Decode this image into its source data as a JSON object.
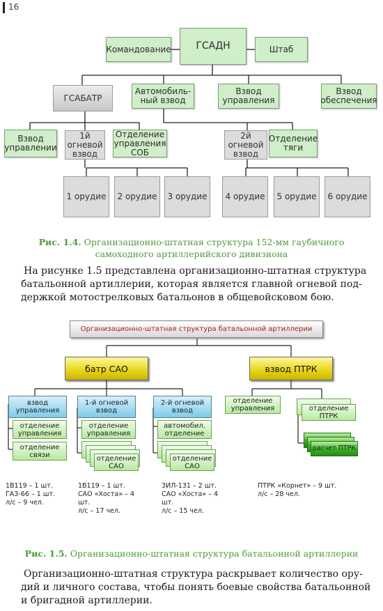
{
  "page": {
    "number": "16"
  },
  "fig14": {
    "gsadn": "ГСАДН",
    "command": "Командование",
    "staff": "Штаб",
    "gsabatr": "ГСАБАТР",
    "auto_platoon": "Автомобиль-ный взвод",
    "ctrl_platoon": "Взвод управления",
    "support_platoon": "Взвод обеспечения",
    "ctrl_platoon2": "Взвод управлении",
    "fire_platoon1": "1й огневой взвод",
    "sob_section": "Отделение управления СОБ",
    "fire_platoon2": "2й огневой взвод",
    "traction_section": "Отделение тяги",
    "guns": [
      "1 орудие",
      "2 орудие",
      "3 орудие",
      "4 орудие",
      "5 орудие",
      "6 орудие"
    ],
    "caption_label": "Рис. 1.4.",
    "caption_text": "Организационно-штатная структура 152-мм гаубичного самоходного артиллерийского дивизиона"
  },
  "paragraph1": [
    "На рисунке 1.5 представлена организационно-штатная структура",
    "батальонной артиллерии, которая является главной огневой под-",
    "держкой мотострелковых батальонов в общевойсковом бою."
  ],
  "fig15": {
    "title": "Организационно-штатная структура батальонной артиллерии",
    "batr": "батр САО",
    "ptrk_platoon": "взвод ПТРК",
    "ctrl_platoon": "взвод управления",
    "ctrl_section": "отделение управления",
    "comm_section": "отделение связи",
    "fire1": "1-й огневой взвод",
    "fire1_ctrl": "отделение управления",
    "fire1_sao": "отделение САО",
    "fire2": "2-й огневой взвод",
    "fire2_auto": "автомобил. отделение",
    "fire2_sao": "отделение САО",
    "ptrk_ctrl": "отделение управления",
    "ptrk_section": "отделение ПТРК",
    "ptrk_crew": "расчет ПТРК",
    "notes": {
      "col1": [
        "1В119 – 1 шт.",
        "ГАЗ-66 – 1 шт.",
        "л/с – 9 чел."
      ],
      "col2": [
        "1В119 – 1 шт.",
        "САО «Хоста» – 4",
        "шт.",
        "л/с – 17 чел."
      ],
      "col3": [
        "ЗИЛ-131 – 2 шт.",
        "САО «Хоста» – 4",
        "шт.",
        "л/с – 15 чел."
      ],
      "col4": [
        "ПТРК «Корнет» – 9 шт.",
        "л/с – 28 чел."
      ]
    },
    "caption_label": "Рис. 1.5.",
    "caption_text": "Организационно-штатная структура батальонной артиллерии"
  },
  "paragraph2": [
    "Организационно-штатная структура раскрывает количество ору-",
    "дий и личного состава, чтобы понять боевые свойства батальонной",
    "и бригадной артиллерии."
  ]
}
